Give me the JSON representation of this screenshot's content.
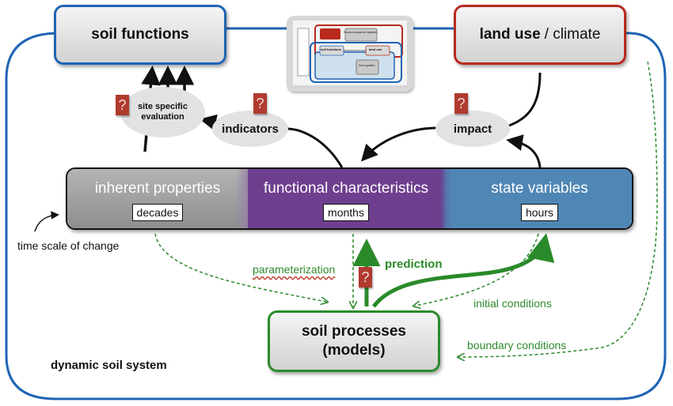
{
  "boxes": {
    "soil_functions": "soil functions",
    "land_use_bold": "land use",
    "land_use_rest": "/ climate",
    "soil_processes_line1": "soil processes",
    "soil_processes_line2": "(models)"
  },
  "ellipses": {
    "site_specific": "site specific evaluation",
    "indicators": "indicators",
    "impact": "impact"
  },
  "question_mark": "?",
  "band": {
    "inherent": {
      "title": "inherent properties",
      "scale": "decades"
    },
    "functional": {
      "title": "functional characteristics",
      "scale": "months"
    },
    "state": {
      "title": "state variables",
      "scale": "hours"
    }
  },
  "labels": {
    "time_scale": "time scale of change",
    "parameterization": "parameterization",
    "prediction": "prediction",
    "initial_conditions": "initial conditions",
    "boundary_conditions": "boundary conditions",
    "dynamic_soil_system": "dynamic soil system"
  },
  "thumbnail": {
    "socio_economic": "Socio-economic system",
    "soil_functions": "soil functions",
    "land_use": "land use",
    "soil_system": "Soil system"
  },
  "colors": {
    "blue": "#1f64b4",
    "red": "#b82a1c",
    "green": "#2a8a2a",
    "inherent_band": "#9c9c9c",
    "functional_band": "#6e3f8e",
    "state_band": "#4f86b5",
    "question_box": "#b03a2e"
  }
}
